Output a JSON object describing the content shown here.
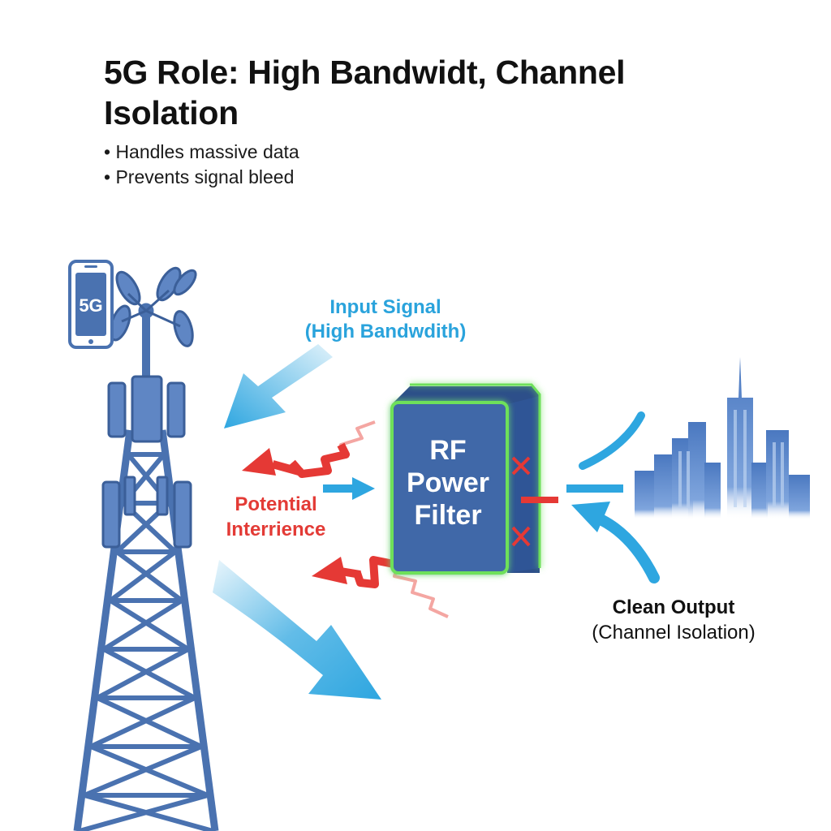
{
  "title": "5G Role: High Bandwidt, Channel Isolation",
  "bullets": [
    "• Handles massive data",
    "•  Prevents signal bleed"
  ],
  "labels": {
    "input_line1": "Input Signal",
    "input_line2": "(High Bandwdith)",
    "interference_line1": "Potential",
    "interference_line2": "Interrience",
    "clean_line1": "Clean Output",
    "clean_line2": "(Channel Isolation)"
  },
  "filter": {
    "line1": "RF",
    "line2": "Power",
    "line3": "Filter"
  },
  "phone": {
    "label": "5G"
  },
  "colors": {
    "tower": "#4a72b0",
    "signal_blue": "#2ea6e0",
    "interference_red": "#e53935",
    "filter_glow": "#6ee05a",
    "filter_body": "#3f67a8"
  }
}
